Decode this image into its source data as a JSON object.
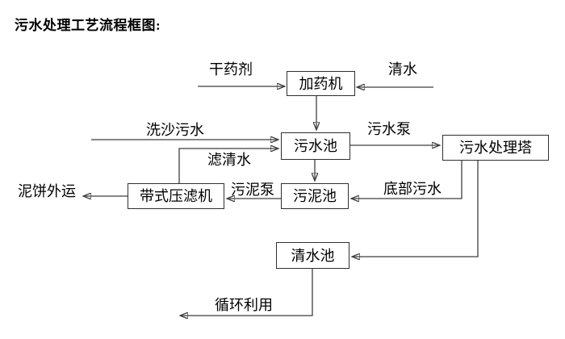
{
  "title": "污水处理工艺流程框图:",
  "nodes": {
    "dosing_machine": {
      "label": "加药机"
    },
    "sewage_pool": {
      "label": "污水池"
    },
    "treatment_tower": {
      "label": "污水处理塔"
    },
    "belt_filter_press": {
      "label": "带式压滤机"
    },
    "sludge_pool": {
      "label": "污泥池"
    },
    "clean_water_pool": {
      "label": "清水池"
    }
  },
  "flow_labels": {
    "dry_agent": "干药剂",
    "clean_water_in": "清水",
    "sand_washing_sewage": "洗沙污水",
    "filtered_water": "滤清水",
    "sewage_pump": "污水泵",
    "bottom_sewage": "底部污水",
    "sludge_pump": "污泥泵",
    "mud_cake_out": "泥饼外运",
    "recycle_use": "循环利用"
  },
  "diagram": {
    "type": "flowchart",
    "edges": [
      {
        "from": "干药剂 (external)",
        "to": "加药机",
        "label": "干药剂"
      },
      {
        "from": "清水 (external)",
        "to": "加药机",
        "label": "清水"
      },
      {
        "from": "加药机",
        "to": "污水池",
        "label": ""
      },
      {
        "from": "洗沙污水 (external)",
        "to": "污水池",
        "label": "洗沙污水"
      },
      {
        "from": "带式压滤机",
        "to": "污水池",
        "label": "滤清水"
      },
      {
        "from": "污水池",
        "to": "污水处理塔",
        "label": "污水泵"
      },
      {
        "from": "污水池",
        "to": "污泥池",
        "label": ""
      },
      {
        "from": "污水处理塔",
        "to": "污泥池",
        "label": "底部污水"
      },
      {
        "from": "污水处理塔",
        "to": "清水池",
        "label": ""
      },
      {
        "from": "污泥池",
        "to": "带式压滤机",
        "label": "污泥泵"
      },
      {
        "from": "带式压滤机",
        "to": "泥饼外运 (external)",
        "label": "泥饼外运"
      },
      {
        "from": "清水池",
        "to": "循环利用 (external)",
        "label": "循环利用"
      }
    ]
  },
  "colors": {
    "background": "#ffffff",
    "line": "#3f3f3f",
    "node_border": "#2f2f2f",
    "text": "#000000"
  }
}
